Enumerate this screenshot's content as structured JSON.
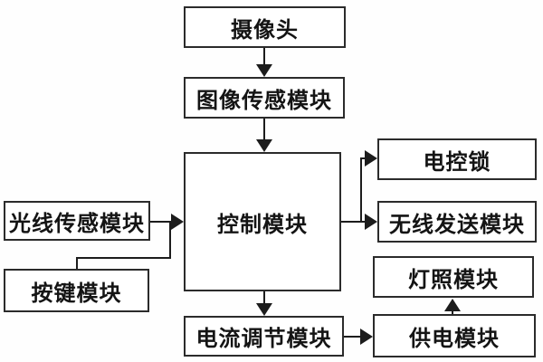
{
  "diagram": {
    "type": "block-diagram",
    "background_color": "#ffffff",
    "box_fill": "#ffffff",
    "box_border_color": "#2b2b2b",
    "line_color": "#1c1c1c",
    "text_color": "#141414",
    "nodes": [
      {
        "id": "camera",
        "label": "摄像头"
      },
      {
        "id": "image-sensor",
        "label": "图像传感模块"
      },
      {
        "id": "control",
        "label": "控制模块"
      },
      {
        "id": "light-sensor",
        "label": "光线传感模块"
      },
      {
        "id": "key-module",
        "label": "按键模块"
      },
      {
        "id": "electric-lock",
        "label": "电控锁"
      },
      {
        "id": "wireless-send",
        "label": "无线发送模块"
      },
      {
        "id": "lighting",
        "label": "灯照模块"
      },
      {
        "id": "current-regulation",
        "label": "电流调节模块"
      },
      {
        "id": "power-supply",
        "label": "供电模块"
      }
    ],
    "edges": [
      {
        "from": "camera",
        "to": "image-sensor"
      },
      {
        "from": "image-sensor",
        "to": "control"
      },
      {
        "from": "light-sensor",
        "to": "control"
      },
      {
        "from": "key-module",
        "to": "control"
      },
      {
        "from": "control",
        "to": "electric-lock"
      },
      {
        "from": "control",
        "to": "wireless-send"
      },
      {
        "from": "control",
        "to": "current-regulation"
      },
      {
        "from": "current-regulation",
        "to": "power-supply"
      },
      {
        "from": "power-supply",
        "to": "lighting"
      }
    ]
  }
}
